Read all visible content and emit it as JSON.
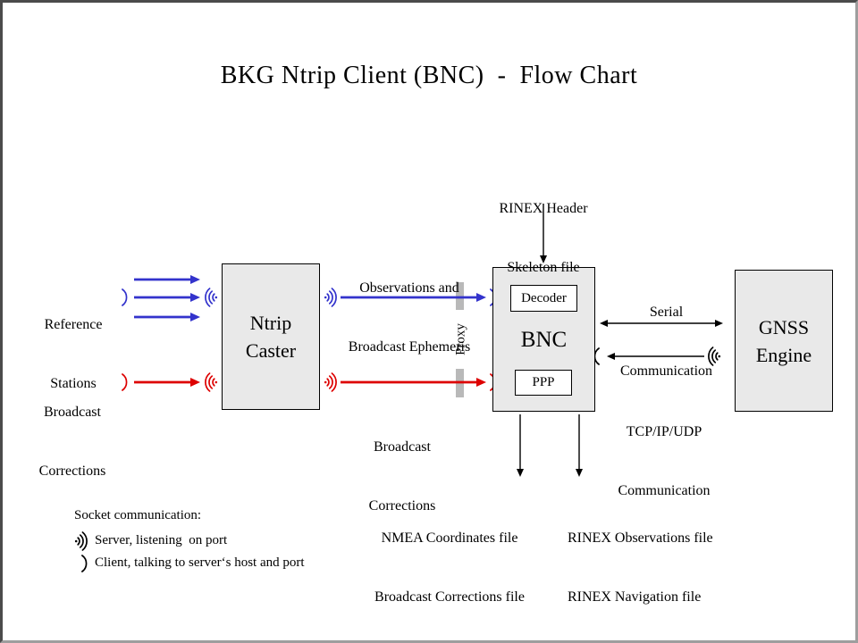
{
  "title": "BKG Ntrip Client (BNC)  -  Flow Chart",
  "inputs": {
    "reference_stations": {
      "line1": "Reference",
      "line2": "Stations"
    },
    "broadcast_corrections": {
      "line1": "Broadcast",
      "line2": "Corrections"
    }
  },
  "nodes": {
    "ntrip_caster": {
      "line1": "Ntrip",
      "line2": "Caster"
    },
    "bnc": {
      "label": "BNC",
      "decoder": "Decoder",
      "ppp": "PPP"
    },
    "gnss_engine": {
      "line1": "GNSS",
      "line2": "Engine"
    }
  },
  "flows": {
    "observations": {
      "line1": "Observations and",
      "line2": "Broadcast Ephemeris"
    },
    "broadcast_corrections": {
      "line1": "Broadcast",
      "line2": "Corrections"
    },
    "rinex_header": {
      "line1": "RINEX Header",
      "line2": "Skeleton file"
    },
    "serial": {
      "line1": "Serial",
      "line2": "Communication"
    },
    "tcpip": {
      "line1": "TCP/IP/UDP",
      "line2": "Communication"
    },
    "proxy": "Proxy"
  },
  "outputs": {
    "nmea": {
      "line1": "NMEA Coordinates file",
      "line2": "Broadcast Corrections file"
    },
    "rinex": {
      "line1": "RINEX Observations file",
      "line2": "RINEX Navigation file"
    }
  },
  "legend": {
    "heading": "Socket communication:",
    "server": "Server, listening  on port",
    "client": "Client, talking to server‘s host and port"
  },
  "colors": {
    "arrow_blue": "#3333cc",
    "arrow_red": "#dd0000",
    "arrow_black": "#000000",
    "node_fill": "#e9e9e9",
    "proxy_bar": "#b9b9b9",
    "frame_dark": "#4b4b4b",
    "frame_light": "#9e9e9e"
  }
}
